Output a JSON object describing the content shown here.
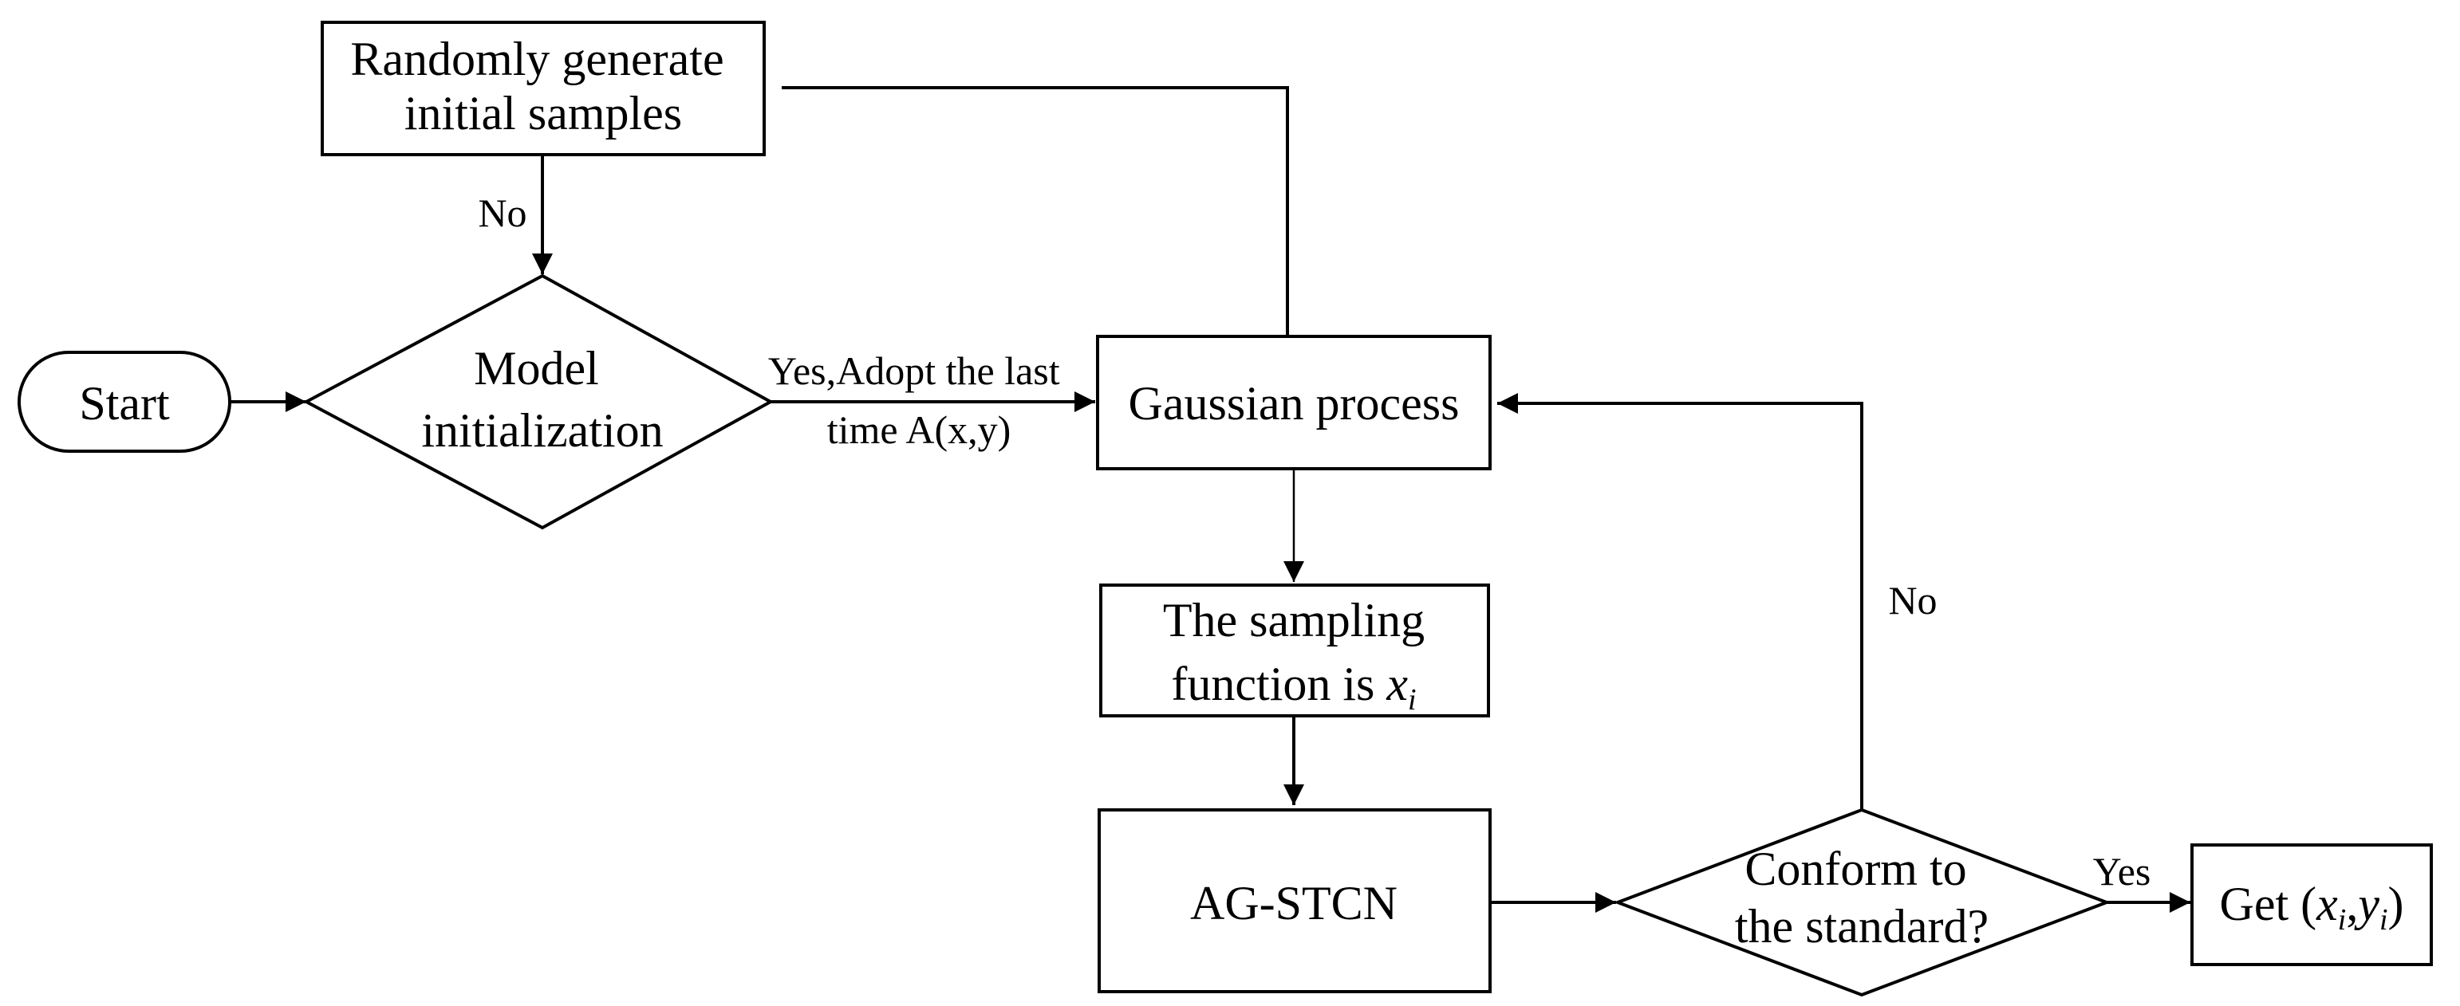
{
  "nodes": {
    "start": {
      "label": "Start"
    },
    "random_samples": {
      "line1": "Randomly generate",
      "line2": "initial samples"
    },
    "model_init": {
      "line1": "Model",
      "line2": "initialization"
    },
    "gaussian": {
      "label": "Gaussian process"
    },
    "sampling": {
      "line1": "The sampling",
      "line2_text": "function is ",
      "line2_var": "x",
      "line2_sub": "i"
    },
    "agstcn": {
      "label": "AG-STCN"
    },
    "conform": {
      "line1": "Conform to",
      "line2": "the standard?"
    },
    "get_result": {
      "prefix": "Get (",
      "var1": "x",
      "sub1": "i",
      "comma": ",",
      "var2": "y",
      "sub2": "i",
      "suffix": ")"
    }
  },
  "edges": {
    "samples_to_model": {
      "label": "No"
    },
    "model_to_gaussian": {
      "line1": "Yes,Adopt the last",
      "line2": "time A(x,y)"
    },
    "conform_to_gaussian": {
      "label": "No"
    },
    "conform_to_get": {
      "label": "Yes"
    }
  }
}
